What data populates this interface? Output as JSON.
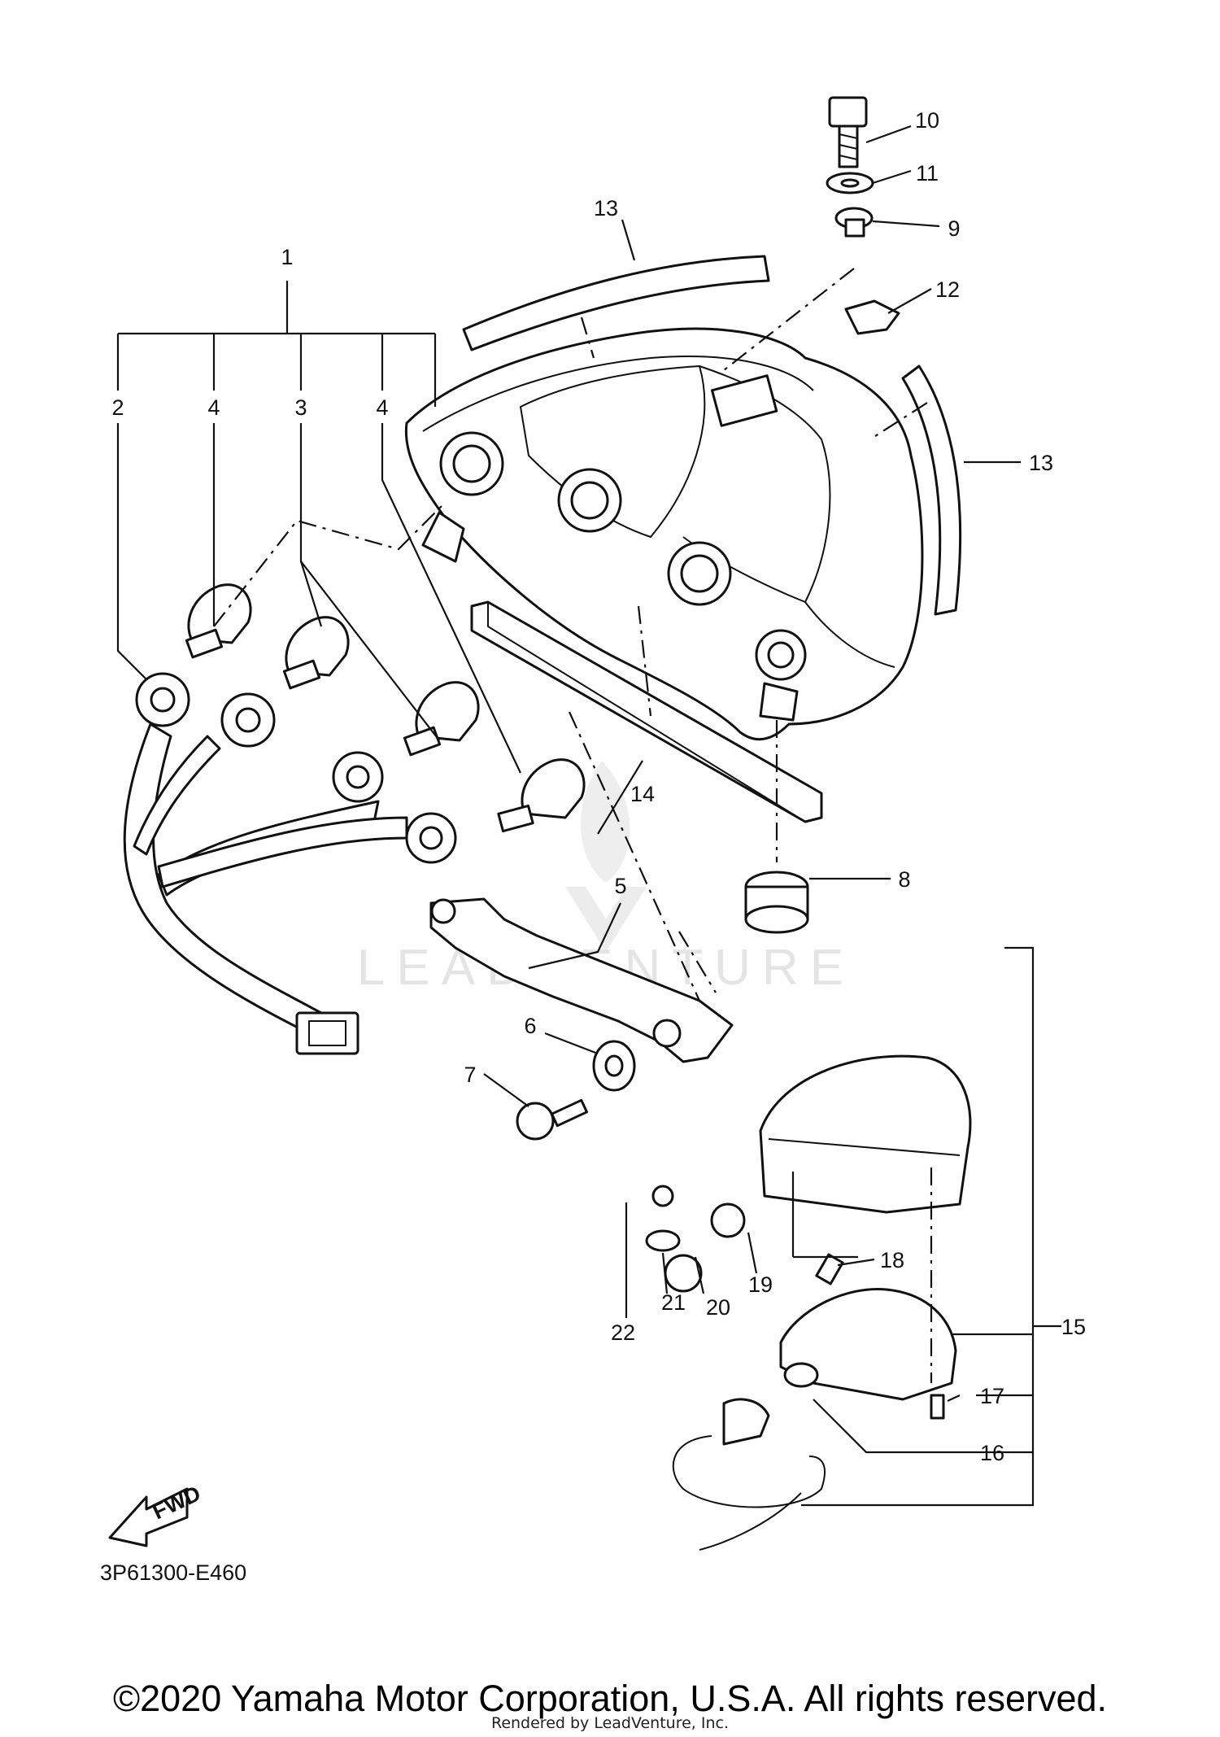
{
  "diagram": {
    "part_numbers": [
      "1",
      "2",
      "3",
      "4",
      "5",
      "6",
      "7",
      "8",
      "9",
      "10",
      "11",
      "12",
      "13",
      "14",
      "15",
      "16",
      "17",
      "18",
      "19",
      "20",
      "21",
      "22"
    ],
    "figure_code": "3P61300-E460",
    "fwd_label": "FWD",
    "watermark": "LEADVENTURE"
  },
  "footer": {
    "copyright": "©2020 Yamaha Motor Corporation, U.S.A. All rights reserved.",
    "rendered_by": "Rendered by LeadVenture, Inc."
  }
}
